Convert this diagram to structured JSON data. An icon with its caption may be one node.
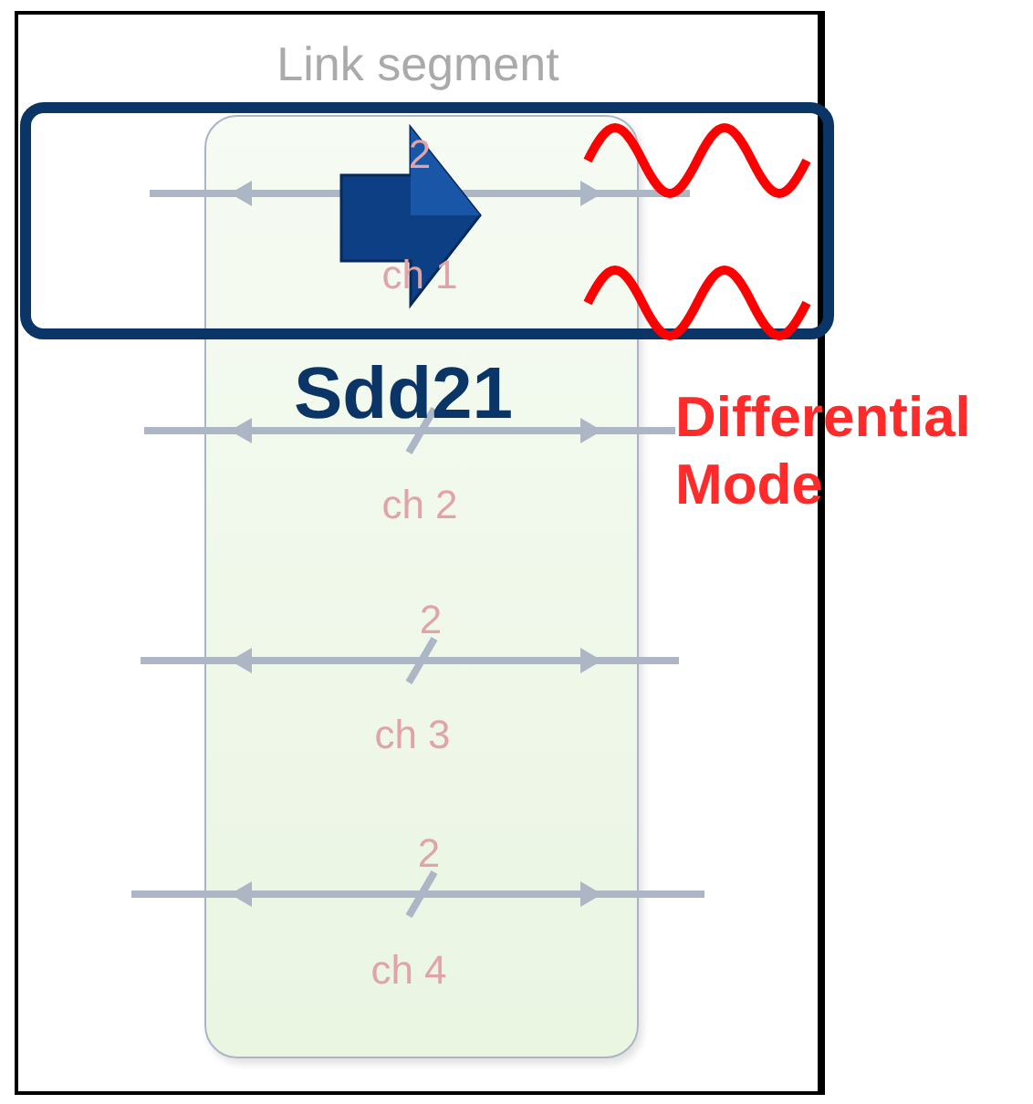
{
  "diagram": {
    "nodes": [
      {
        "text": [
          "Link segment"
        ]
      },
      {
        "text": [],
        "shape": "box",
        "in": 0
      }
    ],
    "labels": [
      "2",
      "ch 1",
      "Sdd21",
      "Differential Mode",
      "ch 2",
      "2",
      "ch 3",
      "2",
      "ch 4"
    ]
  }
}
